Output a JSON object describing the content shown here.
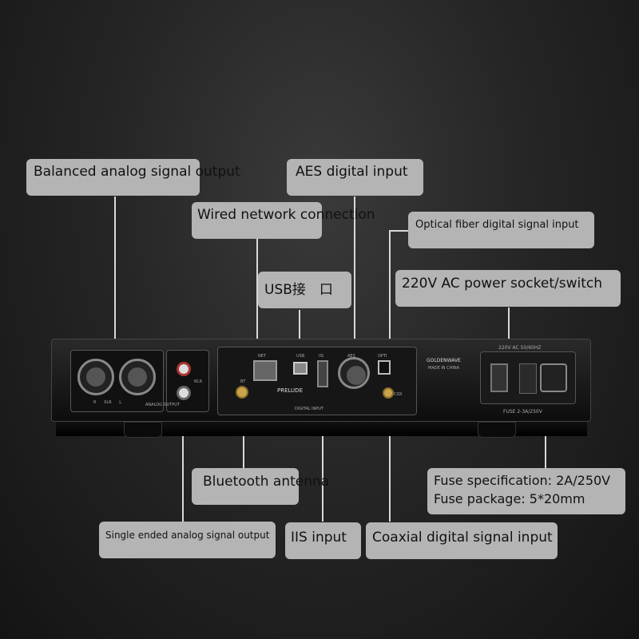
{
  "callouts": {
    "balanced_out": "Balanced analog signal output",
    "aes": "AES digital input",
    "network": "Wired network connection",
    "optical": "Optical fiber digital signal input",
    "usb": "USB接　口",
    "power": "220V AC power socket/switch",
    "bluetooth": "Bluetooth antenna",
    "fuse_spec": "Fuse specification: 2A/250V",
    "fuse_pkg": "Fuse package: 5*20mm",
    "single_ended": "Single ended analog signal output",
    "iis": "IIS input",
    "coaxial": "Coaxial digital signal input"
  },
  "device_labels": {
    "xlr": "R      XLR      L",
    "rca": "RCA",
    "analog_output": "ANALOG OUTPUT",
    "net": "NET",
    "usb": "USB",
    "iis": "IIS",
    "aes": "AES",
    "opti": "OPTI",
    "bt": "BT",
    "model": "PRELUDE",
    "digital_input": "DIGITAL INPUT",
    "cox": "COX",
    "brand": "GOLDENWAVE",
    "made_in": "MADE IN CHINA",
    "power": "220V AC 50/60HZ",
    "fuse": "FUSE 2-3A/250V"
  }
}
